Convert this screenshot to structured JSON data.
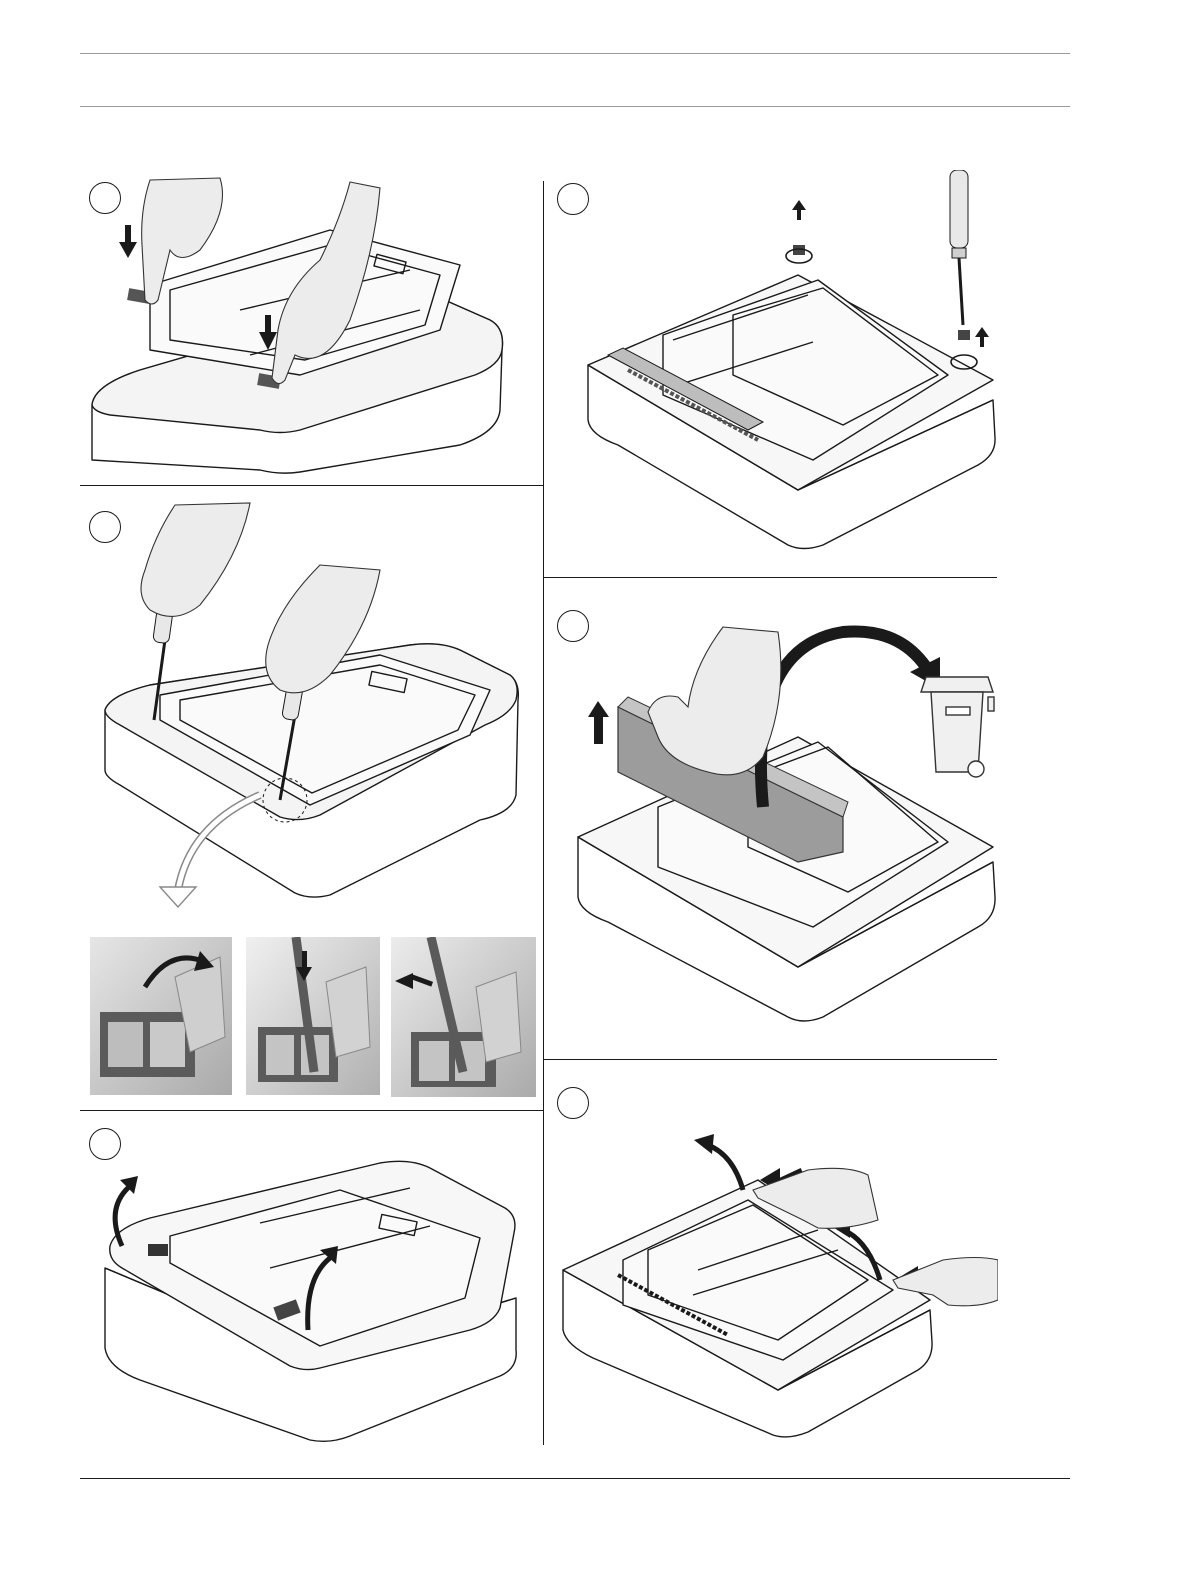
{
  "page": {
    "rule_color": "#9a9a9a",
    "ink_color": "#1a1a1a",
    "photo_background": "#d9d9d9"
  },
  "steps": [
    {
      "id": "step-1",
      "number": "",
      "action": "press-release-tabs"
    },
    {
      "id": "step-2",
      "number": "",
      "action": "release-latches-with-screwdriver"
    },
    {
      "id": "step-3",
      "number": "",
      "action": "lift-lid"
    },
    {
      "id": "step-4",
      "number": "",
      "action": "remove-screws"
    },
    {
      "id": "step-5",
      "number": "",
      "action": "remove-transport-protection"
    },
    {
      "id": "step-6",
      "number": "",
      "action": "press-and-tilt-out-module"
    }
  ],
  "detail_photos": [
    {
      "id": "detail-photo-1",
      "arrow": "curved-right"
    },
    {
      "id": "detail-photo-2",
      "arrow": "down"
    },
    {
      "id": "detail-photo-3",
      "arrow": "left"
    }
  ],
  "icons": [
    "hand-icon",
    "arrow-down-icon",
    "arrow-up-icon",
    "curved-arrow-icon",
    "screwdriver-icon",
    "screw-icon",
    "rotate-icon",
    "waste-bin-icon",
    "device-housing-icon"
  ]
}
